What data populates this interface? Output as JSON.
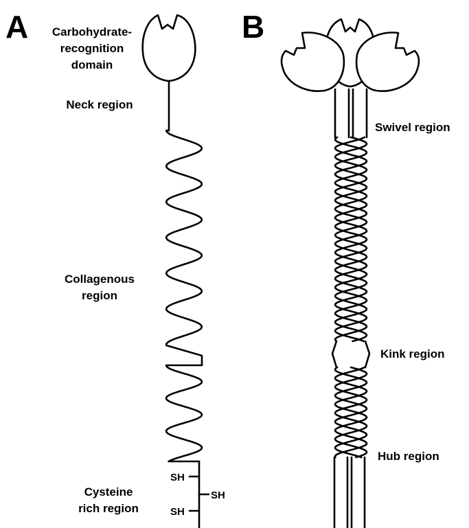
{
  "panel_a": {
    "letter": "A",
    "labels": {
      "crd_line1": "Carbohydrate-",
      "crd_line2": "recognition",
      "crd_line3": "domain",
      "neck": "Neck region",
      "collagen_line1": "Collagenous",
      "collagen_line2": "region",
      "cysteine_line1": "Cysteine",
      "cysteine_line2": "rich region",
      "sh1": "SH",
      "sh2": "SH",
      "sh3": "SH"
    }
  },
  "panel_b": {
    "letter": "B",
    "labels": {
      "swivel": "Swivel region",
      "kink": "Kink region",
      "hub": "Hub region"
    }
  }
}
